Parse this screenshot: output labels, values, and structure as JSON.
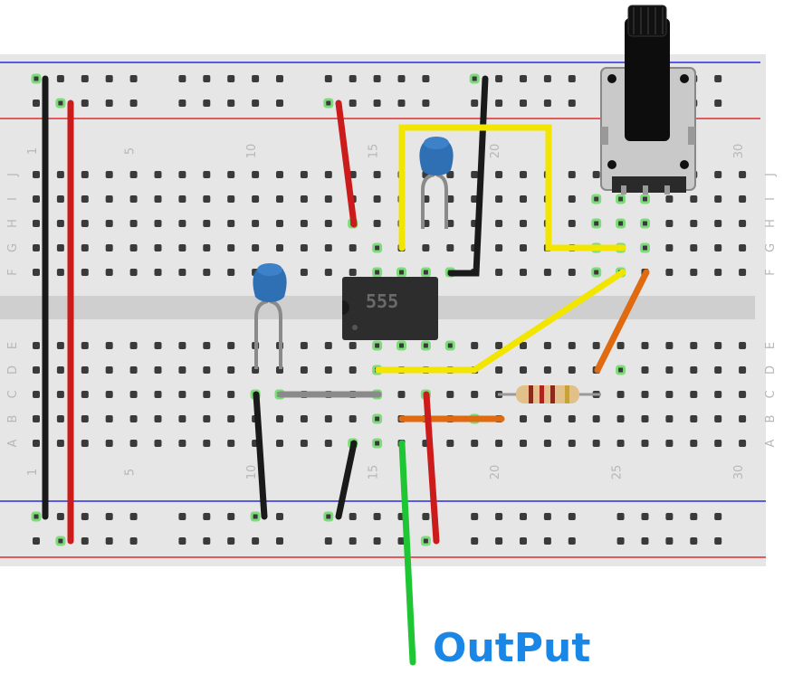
{
  "breadboard": {
    "column_numbers": [
      "1",
      "5",
      "10",
      "15",
      "20",
      "25",
      "30"
    ],
    "row_letters_top": [
      "J",
      "I",
      "H",
      "G",
      "F"
    ],
    "row_letters_bottom": [
      "E",
      "D",
      "C",
      "B",
      "A"
    ]
  },
  "components": {
    "ic_label": "555",
    "output_label": "OutPut"
  },
  "colors": {
    "board": "#e6e6e6",
    "hole": "#3a3a3a",
    "connected_hole": "#7ddc7a",
    "rail_blue": "#2b2be0",
    "rail_red": "#e02b2b",
    "wire_black": "#1a1a1a",
    "wire_red": "#cc1b1b",
    "wire_yellow": "#f2e600",
    "wire_orange": "#e06a10",
    "wire_green": "#1fc633",
    "wire_gray": "#8a8a8a",
    "capacitor": "#2f6fb3",
    "output_text": "#1a86e6"
  }
}
